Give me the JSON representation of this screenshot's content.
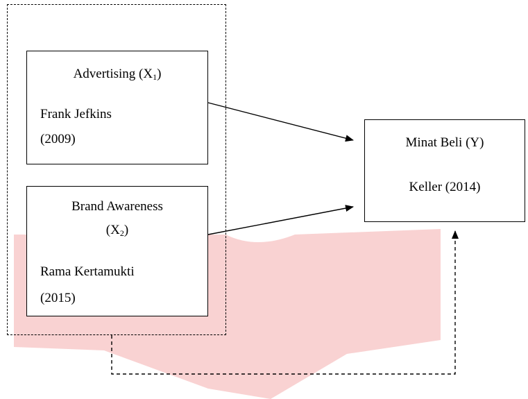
{
  "box_x1": {
    "title": "Advertising (X",
    "sub": "1",
    "close": ")",
    "author": "Frank Jefkins",
    "year": "(2009)"
  },
  "box_x2": {
    "title_line1": "Brand Awareness",
    "title_line2_open": "(X",
    "sub": "2",
    "close": ")",
    "author": "Rama Kertamukti",
    "year": "(2015)"
  },
  "box_y": {
    "title": "Minat Beli (Y)",
    "author": "Keller (2014)"
  },
  "colors": {
    "watermark": "#f7c3c3",
    "line": "#000000"
  }
}
